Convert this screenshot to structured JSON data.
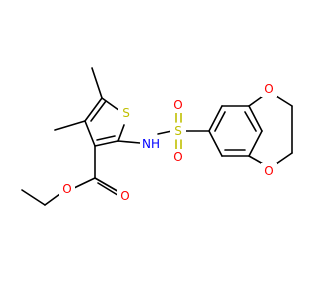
{
  "molecule": {
    "atoms": {
      "s_thiophene": "S",
      "s_sulfonyl": "S",
      "nh": "NH",
      "o_sulfonyl_top": "O",
      "o_sulfonyl_bottom": "O",
      "o_dioxane_top": "O",
      "o_dioxane_bottom": "O",
      "o_ester_carbonyl": "O",
      "o_ester_ether": "O"
    },
    "colors": {
      "carbon": "#000000",
      "sulfur": "#bfbf00",
      "oxygen": "#ff0000",
      "nitrogen": "#0000ff",
      "background": "#ffffff"
    }
  }
}
